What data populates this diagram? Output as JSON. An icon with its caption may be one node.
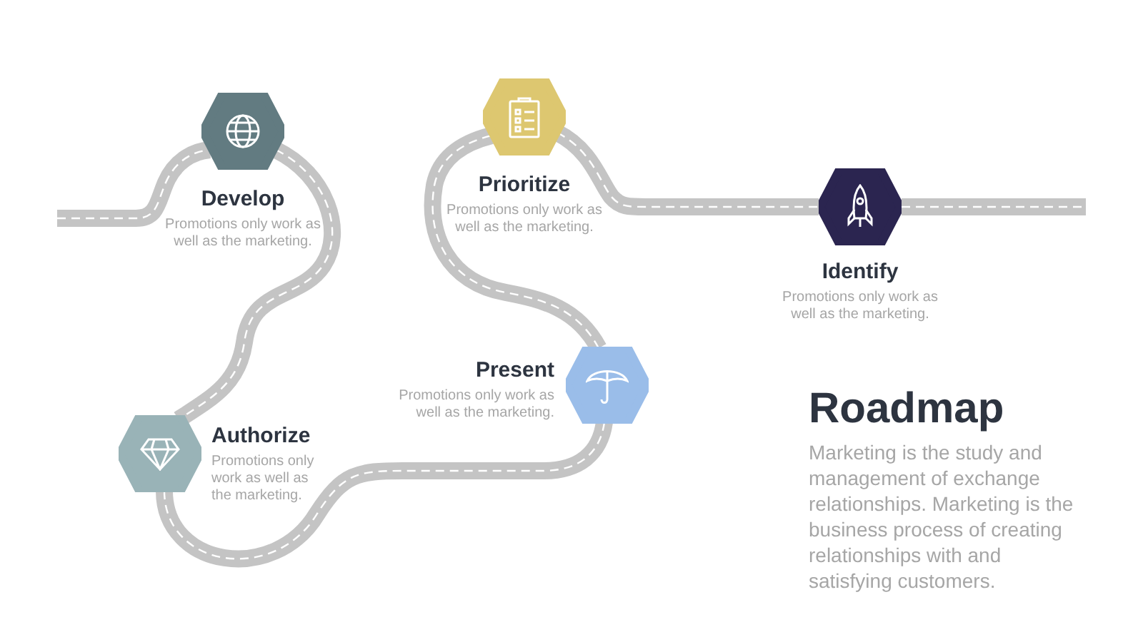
{
  "diagram": {
    "title": "Roadmap",
    "nodes": [
      {
        "text": [
          "Develop",
          "Promotions only work as well as the marketing."
        ]
      },
      {
        "text": [
          "Prioritize",
          "Promotions only work as well as the marketing."
        ]
      },
      {
        "text": [
          "Identify",
          "Promotions only work as well as the marketing."
        ]
      },
      {
        "text": [
          "Present",
          "Promotions only work as well as the marketing."
        ]
      },
      {
        "text": [
          "Authorize",
          "Promotions only work as well as the marketing."
        ]
      }
    ],
    "edges": [
      {
        "from": null,
        "to": 0,
        "arrow": "none"
      },
      {
        "from": 0,
        "to": 4,
        "arrow": "none"
      },
      {
        "from": 4,
        "to": 3,
        "arrow": "none"
      },
      {
        "from": 3,
        "to": 1,
        "arrow": "none"
      },
      {
        "from": 1,
        "to": 2,
        "arrow": "none"
      },
      {
        "from": 2,
        "to": null,
        "arrow": "none"
      }
    ],
    "labels": [
      "Marketing is the study and management of exchange relationships. Marketing is the business process of creating relationships with and satisfying customers."
    ]
  }
}
